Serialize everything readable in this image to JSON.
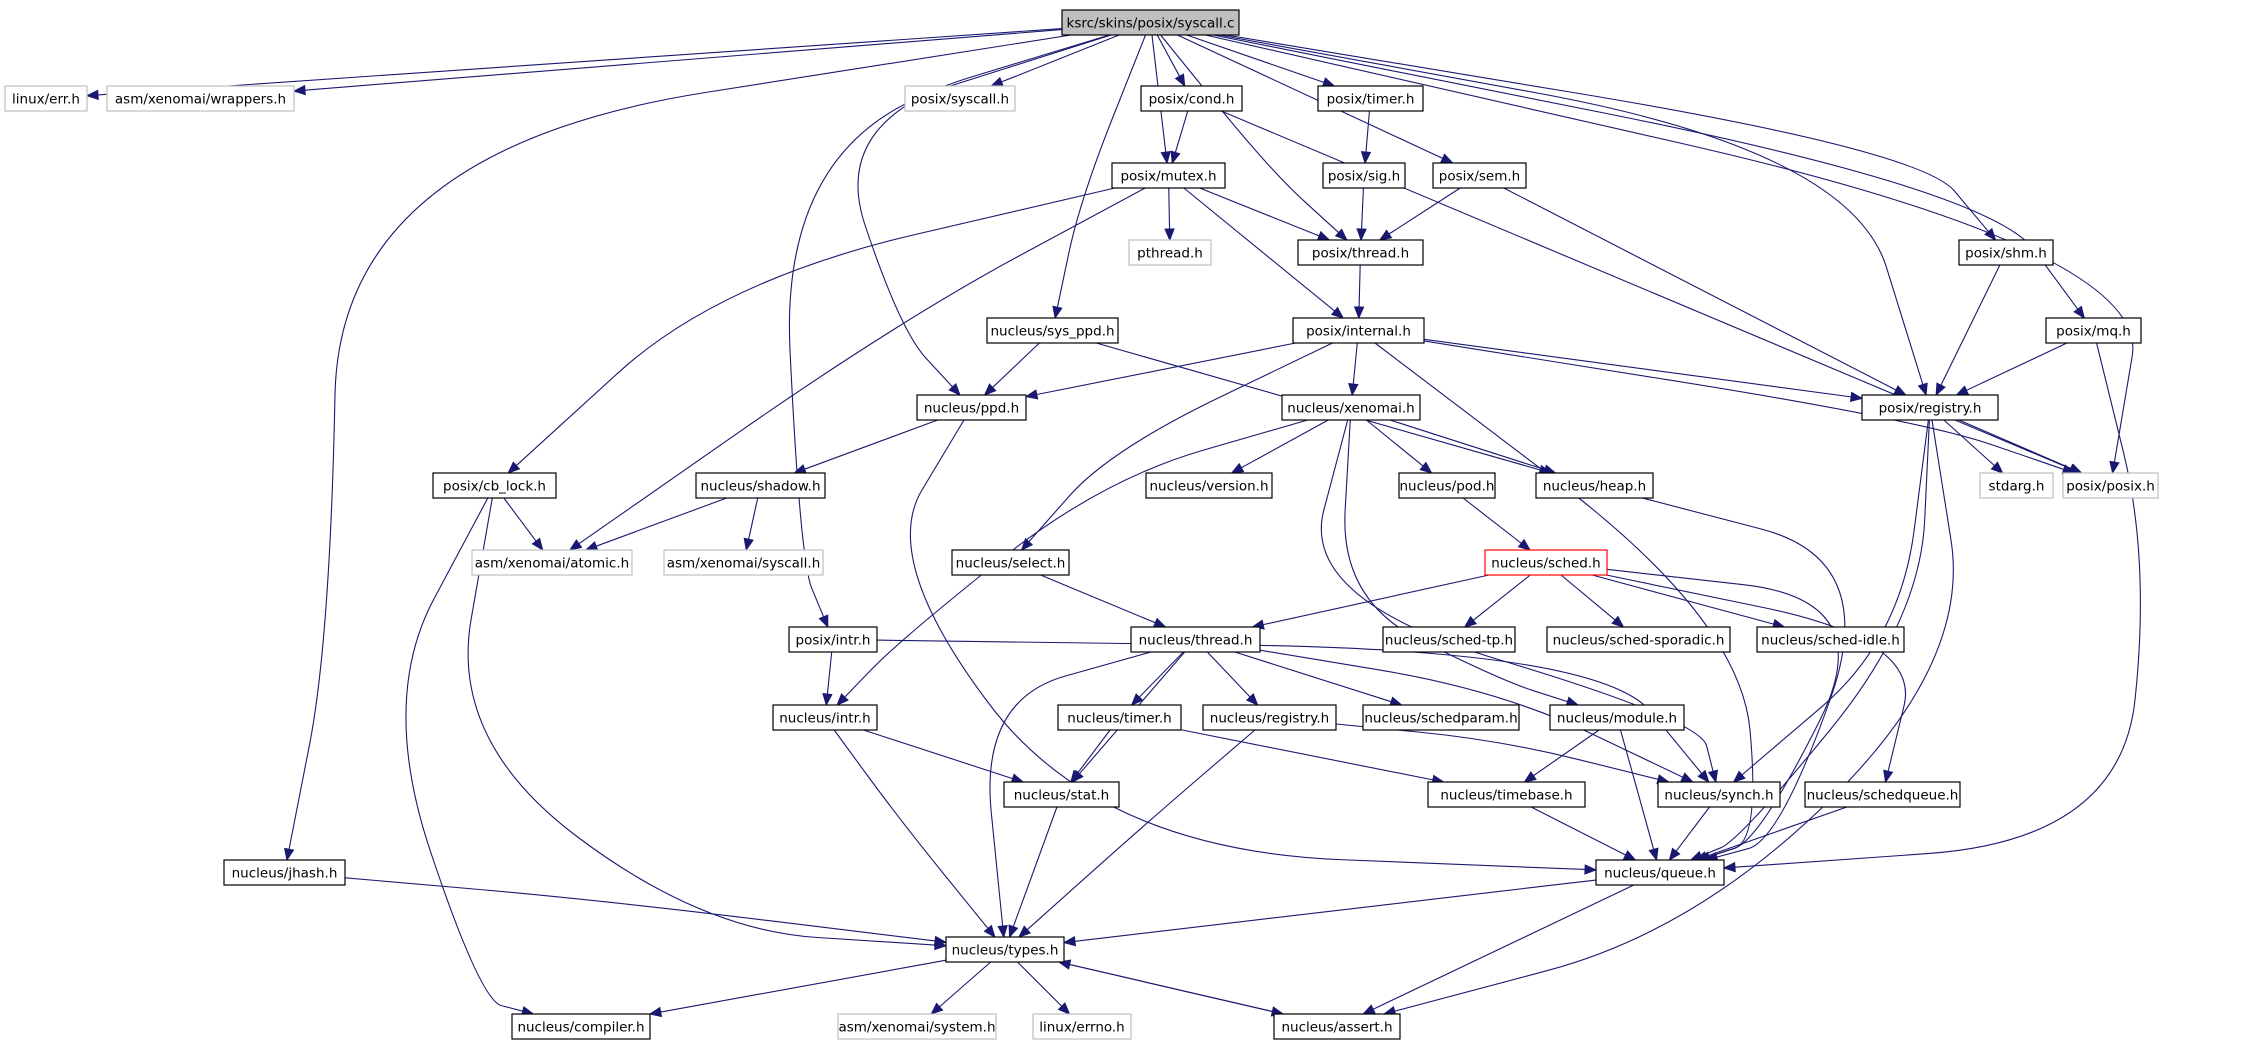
{
  "title": "ksrc/skins/posix/syscall.c",
  "colors": {
    "edge": "#191970",
    "root_fill": "#bfbfbf",
    "node_border": "#000000",
    "external_border": "#bfbfbf",
    "highlight_border": "#ff0000"
  },
  "nodes": [
    {
      "id": "syscall_c",
      "label": "ksrc/skins/posix/syscall.c",
      "kind": "root"
    },
    {
      "id": "linux_err",
      "label": "linux/err.h",
      "kind": "external"
    },
    {
      "id": "asm_wrappers",
      "label": "asm/xenomai/wrappers.h",
      "kind": "external"
    },
    {
      "id": "posix_syscall",
      "label": "posix/syscall.h",
      "kind": "external"
    },
    {
      "id": "posix_cond",
      "label": "posix/cond.h",
      "kind": "normal"
    },
    {
      "id": "posix_timer",
      "label": "posix/timer.h",
      "kind": "normal"
    },
    {
      "id": "posix_mutex",
      "label": "posix/mutex.h",
      "kind": "normal"
    },
    {
      "id": "posix_sig",
      "label": "posix/sig.h",
      "kind": "normal"
    },
    {
      "id": "posix_sem",
      "label": "posix/sem.h",
      "kind": "normal"
    },
    {
      "id": "pthread",
      "label": "pthread.h",
      "kind": "external"
    },
    {
      "id": "posix_thread",
      "label": "posix/thread.h",
      "kind": "normal"
    },
    {
      "id": "posix_shm",
      "label": "posix/shm.h",
      "kind": "normal"
    },
    {
      "id": "nucleus_sys_ppd",
      "label": "nucleus/sys_ppd.h",
      "kind": "normal"
    },
    {
      "id": "posix_internal",
      "label": "posix/internal.h",
      "kind": "normal"
    },
    {
      "id": "posix_mq",
      "label": "posix/mq.h",
      "kind": "normal"
    },
    {
      "id": "nucleus_ppd",
      "label": "nucleus/ppd.h",
      "kind": "normal"
    },
    {
      "id": "nucleus_xenomai",
      "label": "nucleus/xenomai.h",
      "kind": "normal"
    },
    {
      "id": "posix_registry",
      "label": "posix/registry.h",
      "kind": "normal"
    },
    {
      "id": "posix_cb_lock",
      "label": "posix/cb_lock.h",
      "kind": "normal"
    },
    {
      "id": "nucleus_shadow",
      "label": "nucleus/shadow.h",
      "kind": "normal"
    },
    {
      "id": "nucleus_version",
      "label": "nucleus/version.h",
      "kind": "normal"
    },
    {
      "id": "nucleus_pod",
      "label": "nucleus/pod.h",
      "kind": "normal"
    },
    {
      "id": "nucleus_heap",
      "label": "nucleus/heap.h",
      "kind": "normal"
    },
    {
      "id": "stdarg",
      "label": "stdarg.h",
      "kind": "external"
    },
    {
      "id": "posix_posix",
      "label": "posix/posix.h",
      "kind": "external"
    },
    {
      "id": "asm_atomic",
      "label": "asm/xenomai/atomic.h",
      "kind": "external"
    },
    {
      "id": "asm_syscall",
      "label": "asm/xenomai/syscall.h",
      "kind": "external"
    },
    {
      "id": "nucleus_select",
      "label": "nucleus/select.h",
      "kind": "normal"
    },
    {
      "id": "nucleus_sched",
      "label": "nucleus/sched.h",
      "kind": "highlight"
    },
    {
      "id": "posix_intr",
      "label": "posix/intr.h",
      "kind": "normal"
    },
    {
      "id": "nucleus_thread",
      "label": "nucleus/thread.h",
      "kind": "normal"
    },
    {
      "id": "nucleus_sched_tp",
      "label": "nucleus/sched-tp.h",
      "kind": "normal"
    },
    {
      "id": "nucleus_sched_sporadic",
      "label": "nucleus/sched-sporadic.h",
      "kind": "normal"
    },
    {
      "id": "nucleus_sched_idle",
      "label": "nucleus/sched-idle.h",
      "kind": "normal"
    },
    {
      "id": "nucleus_intr",
      "label": "nucleus/intr.h",
      "kind": "normal"
    },
    {
      "id": "nucleus_timer",
      "label": "nucleus/timer.h",
      "kind": "normal"
    },
    {
      "id": "nucleus_registry",
      "label": "nucleus/registry.h",
      "kind": "normal"
    },
    {
      "id": "nucleus_schedparam",
      "label": "nucleus/schedparam.h",
      "kind": "normal"
    },
    {
      "id": "nucleus_module",
      "label": "nucleus/module.h",
      "kind": "normal"
    },
    {
      "id": "nucleus_stat",
      "label": "nucleus/stat.h",
      "kind": "normal"
    },
    {
      "id": "nucleus_timebase",
      "label": "nucleus/timebase.h",
      "kind": "normal"
    },
    {
      "id": "nucleus_synch",
      "label": "nucleus/synch.h",
      "kind": "normal"
    },
    {
      "id": "nucleus_schedqueue",
      "label": "nucleus/schedqueue.h",
      "kind": "normal"
    },
    {
      "id": "nucleus_jhash",
      "label": "nucleus/jhash.h",
      "kind": "normal"
    },
    {
      "id": "nucleus_queue",
      "label": "nucleus/queue.h",
      "kind": "normal"
    },
    {
      "id": "nucleus_types",
      "label": "nucleus/types.h",
      "kind": "normal"
    },
    {
      "id": "nucleus_compiler",
      "label": "nucleus/compiler.h",
      "kind": "normal"
    },
    {
      "id": "asm_system",
      "label": "asm/xenomai/system.h",
      "kind": "external"
    },
    {
      "id": "linux_errno",
      "label": "linux/errno.h",
      "kind": "external"
    },
    {
      "id": "nucleus_assert",
      "label": "nucleus/assert.h",
      "kind": "normal"
    }
  ],
  "edges": [
    [
      "syscall_c",
      "linux_err"
    ],
    [
      "syscall_c",
      "asm_wrappers"
    ],
    [
      "syscall_c",
      "posix_syscall"
    ],
    [
      "syscall_c",
      "posix_cond"
    ],
    [
      "syscall_c",
      "posix_timer"
    ],
    [
      "syscall_c",
      "posix_mutex"
    ],
    [
      "syscall_c",
      "posix_thread"
    ],
    [
      "syscall_c",
      "posix_sem"
    ],
    [
      "syscall_c",
      "posix_shm"
    ],
    [
      "syscall_c",
      "posix_mq"
    ],
    [
      "syscall_c",
      "posix_registry"
    ],
    [
      "syscall_c",
      "posix_posix"
    ],
    [
      "syscall_c",
      "nucleus_sys_ppd"
    ],
    [
      "syscall_c",
      "nucleus_ppd"
    ],
    [
      "syscall_c",
      "posix_intr"
    ],
    [
      "syscall_c",
      "nucleus_jhash"
    ],
    [
      "posix_cond",
      "posix_mutex"
    ],
    [
      "posix_cond",
      "posix_posix"
    ],
    [
      "posix_timer",
      "posix_sig"
    ],
    [
      "posix_sig",
      "posix_thread"
    ],
    [
      "posix_mutex",
      "pthread"
    ],
    [
      "posix_mutex",
      "posix_thread"
    ],
    [
      "posix_mutex",
      "posix_internal"
    ],
    [
      "posix_mutex",
      "posix_cb_lock"
    ],
    [
      "posix_mutex",
      "asm_atomic"
    ],
    [
      "posix_sem",
      "posix_thread"
    ],
    [
      "posix_sem",
      "posix_registry"
    ],
    [
      "posix_thread",
      "posix_internal"
    ],
    [
      "posix_shm",
      "posix_registry"
    ],
    [
      "posix_mq",
      "posix_registry"
    ],
    [
      "posix_mq",
      "nucleus_queue"
    ],
    [
      "nucleus_sys_ppd",
      "nucleus_ppd"
    ],
    [
      "nucleus_sys_ppd",
      "nucleus_heap"
    ],
    [
      "posix_internal",
      "nucleus_ppd"
    ],
    [
      "posix_internal",
      "nucleus_xenomai"
    ],
    [
      "posix_internal",
      "posix_registry"
    ],
    [
      "posix_internal",
      "posix_posix"
    ],
    [
      "posix_internal",
      "nucleus_select"
    ],
    [
      "posix_internal",
      "nucleus_queue"
    ],
    [
      "nucleus_ppd",
      "nucleus_shadow"
    ],
    [
      "nucleus_ppd",
      "nucleus_queue"
    ],
    [
      "nucleus_xenomai",
      "nucleus_version"
    ],
    [
      "nucleus_xenomai",
      "nucleus_pod"
    ],
    [
      "nucleus_xenomai",
      "nucleus_heap"
    ],
    [
      "nucleus_xenomai",
      "nucleus_intr"
    ],
    [
      "nucleus_xenomai",
      "nucleus_synch"
    ],
    [
      "nucleus_xenomai",
      "nucleus_module"
    ],
    [
      "posix_registry",
      "stdarg"
    ],
    [
      "posix_registry",
      "posix_posix"
    ],
    [
      "posix_registry",
      "nucleus_synch"
    ],
    [
      "posix_registry",
      "nucleus_queue"
    ],
    [
      "posix_registry",
      "nucleus_assert"
    ],
    [
      "posix_cb_lock",
      "asm_atomic"
    ],
    [
      "posix_cb_lock",
      "nucleus_types"
    ],
    [
      "posix_cb_lock",
      "nucleus_compiler"
    ],
    [
      "nucleus_shadow",
      "asm_atomic"
    ],
    [
      "nucleus_shadow",
      "asm_syscall"
    ],
    [
      "nucleus_pod",
      "nucleus_sched"
    ],
    [
      "nucleus_heap",
      "nucleus_queue"
    ],
    [
      "nucleus_select",
      "nucleus_thread"
    ],
    [
      "nucleus_sched",
      "nucleus_thread"
    ],
    [
      "nucleus_sched",
      "nucleus_sched_tp"
    ],
    [
      "nucleus_sched",
      "nucleus_sched_sporadic"
    ],
    [
      "nucleus_sched",
      "nucleus_sched_idle"
    ],
    [
      "nucleus_sched",
      "nucleus_schedqueue"
    ],
    [
      "nucleus_sched",
      "nucleus_queue"
    ],
    [
      "posix_intr",
      "nucleus_intr"
    ],
    [
      "posix_intr",
      "nucleus_synch"
    ],
    [
      "nucleus_thread",
      "nucleus_timer"
    ],
    [
      "nucleus_thread",
      "nucleus_registry"
    ],
    [
      "nucleus_thread",
      "nucleus_schedparam"
    ],
    [
      "nucleus_thread",
      "nucleus_stat"
    ],
    [
      "nucleus_thread",
      "nucleus_types"
    ],
    [
      "nucleus_thread",
      "nucleus_synch"
    ],
    [
      "nucleus_intr",
      "nucleus_stat"
    ],
    [
      "nucleus_intr",
      "nucleus_types"
    ],
    [
      "nucleus_timer",
      "nucleus_stat"
    ],
    [
      "nucleus_timer",
      "nucleus_timebase"
    ],
    [
      "nucleus_registry",
      "nucleus_types"
    ],
    [
      "nucleus_registry",
      "nucleus_synch"
    ],
    [
      "nucleus_module",
      "nucleus_timebase"
    ],
    [
      "nucleus_module",
      "nucleus_queue"
    ],
    [
      "nucleus_stat",
      "nucleus_types"
    ],
    [
      "nucleus_timebase",
      "nucleus_queue"
    ],
    [
      "nucleus_synch",
      "nucleus_queue"
    ],
    [
      "nucleus_schedqueue",
      "nucleus_queue"
    ],
    [
      "nucleus_jhash",
      "nucleus_types"
    ],
    [
      "nucleus_queue",
      "nucleus_types"
    ],
    [
      "nucleus_queue",
      "nucleus_assert"
    ],
    [
      "nucleus_types",
      "nucleus_compiler"
    ],
    [
      "nucleus_types",
      "asm_system"
    ],
    [
      "nucleus_types",
      "linux_errno"
    ],
    [
      "nucleus_types",
      "nucleus_assert"
    ],
    [
      "nucleus_assert",
      "nucleus_types"
    ]
  ]
}
